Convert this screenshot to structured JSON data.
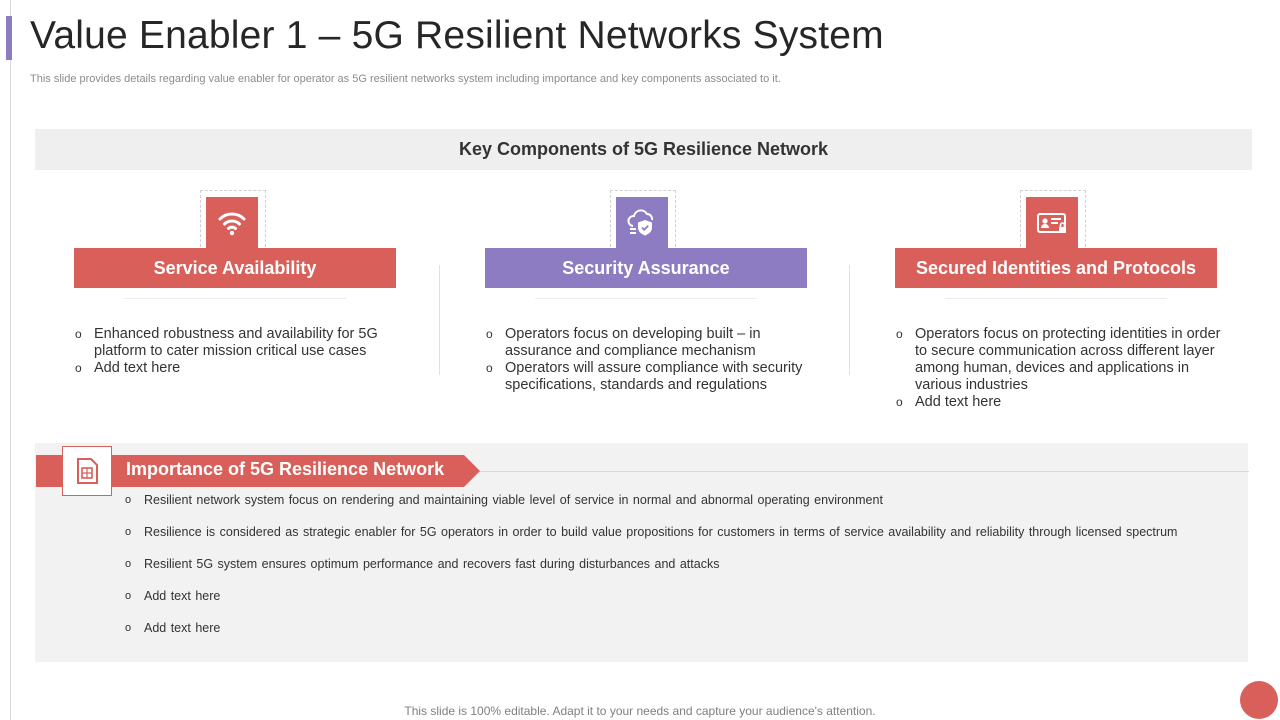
{
  "colors": {
    "accent_red": "#d9605a",
    "accent_purple": "#8e7cc3",
    "panel_gray": "#f2f2f2",
    "header_gray": "#efefef",
    "text_dark": "#333333",
    "text_muted": "#8c8c8c"
  },
  "slide": {
    "title": "Value Enabler 1 – 5G Resilient Networks System",
    "subtitle": "This slide provides details regarding value enabler for operator as 5G resilient networks system including importance and key components associated to it.",
    "footer": "This slide is 100% editable. Adapt it to your needs and capture your audience's attention."
  },
  "key_components": {
    "header": "Key Components of 5G Resilience Network",
    "columns": [
      {
        "label": "Service Availability",
        "icon": "wifi-icon",
        "color": "#d9605a",
        "bullets": [
          "Enhanced robustness and availability for 5G platform to cater mission critical use cases",
          "Add text here"
        ]
      },
      {
        "label": "Security Assurance",
        "icon": "shield-cloud-icon",
        "color": "#8e7cc3",
        "bullets": [
          "Operators focus on developing built – in assurance and compliance mechanism",
          "Operators will assure compliance with security specifications, standards and regulations"
        ]
      },
      {
        "label": "Secured Identities and Protocols",
        "icon": "id-card-lock-icon",
        "color": "#d9605a",
        "bullets": [
          "Operators focus on protecting identities in order to secure communication across different layer among human, devices and applications in various industries",
          "Add text here"
        ]
      }
    ]
  },
  "importance": {
    "title": "Importance of 5G Resilience Network",
    "icon": "sim-card-icon",
    "bullets": [
      "Resilient network system focus on rendering and maintaining viable level of service in normal and abnormal operating environment",
      "Resilience is considered as strategic enabler for 5G operators in order to build value propositions for customers in terms of service availability and reliability through licensed spectrum",
      "Resilient 5G system ensures optimum performance and recovers fast during disturbances and attacks",
      "Add text here",
      "Add text here"
    ]
  }
}
